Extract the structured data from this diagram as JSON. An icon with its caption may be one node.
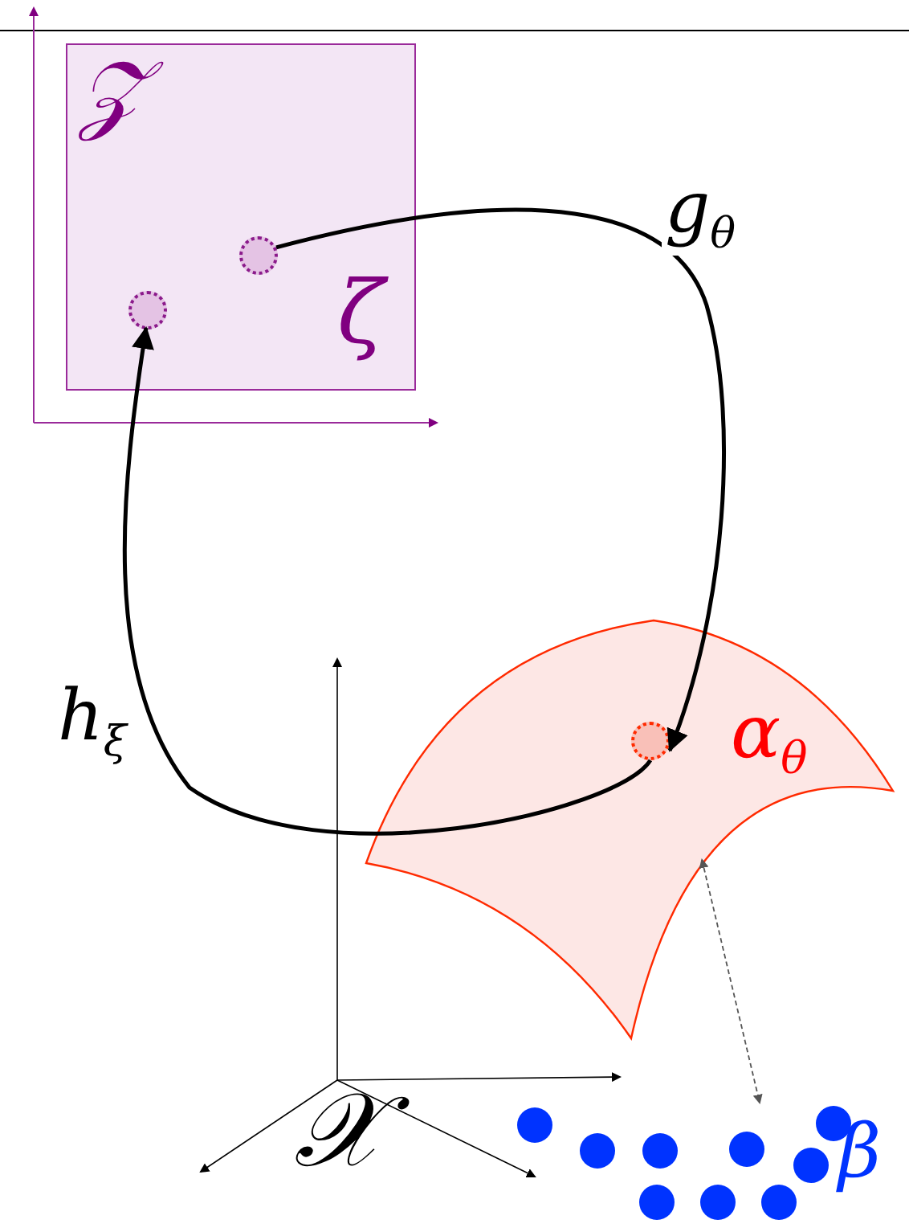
{
  "diagram": {
    "nodes": [
      {
        "text": [
          "𝒵"
        ]
      },
      {
        "text": [],
        "shape": "circle",
        "in": 0
      },
      {
        "text": [],
        "shape": "circle",
        "in": 0
      },
      {
        "text": [
          "α$_{θ}$"
        ]
      },
      {
        "text": [],
        "shape": "circle",
        "in": 3
      },
      {
        "text": [
          "β"
        ]
      }
    ],
    "edges": [
      {
        "from": 1,
        "to": 4,
        "arrow": "to",
        "label": "g$_{θ}$"
      },
      {
        "from": 4,
        "to": 2,
        "arrow": "to",
        "label": "h$_{ξ}$"
      },
      {
        "from": 3,
        "to": 5,
        "arrow": "both",
        "style": "dashed",
        "color": "#555555"
      }
    ],
    "labels": [
      "ζ",
      "𝒳"
    ]
  }
}
